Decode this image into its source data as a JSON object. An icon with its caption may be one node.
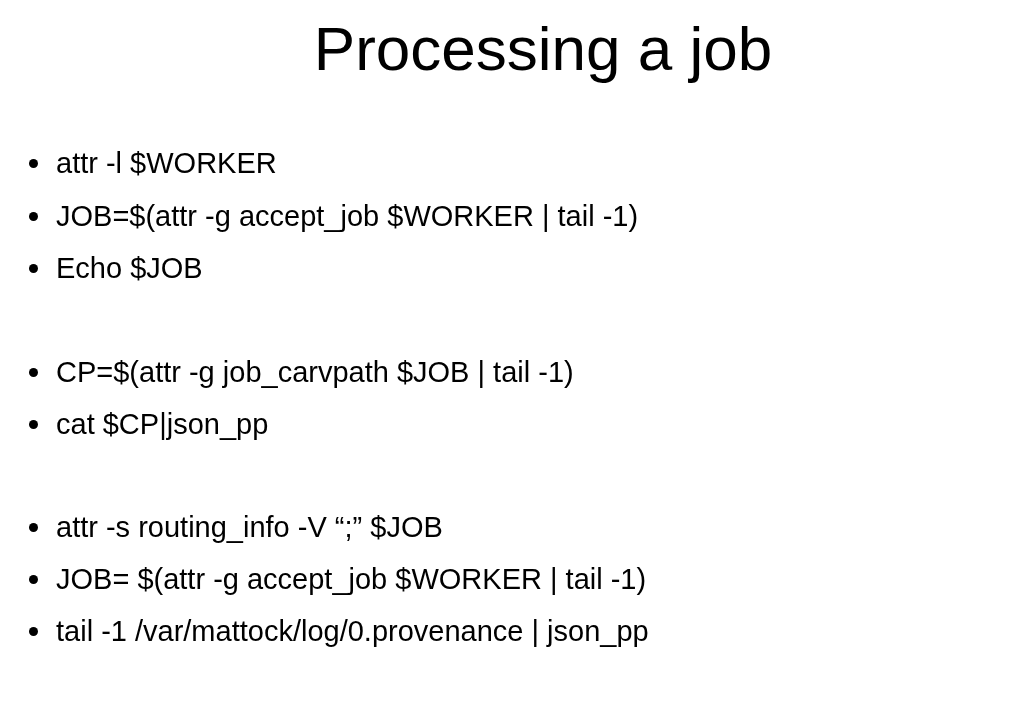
{
  "diagram": {
    "title": "Processing a job",
    "labels": [
      "attr -l $WORKER",
      "JOB=$(attr -g accept_job $WORKER | tail -1)",
      "Echo $JOB",
      "CP=$(attr -g job_carvpath $JOB | tail -1)",
      "cat $CP|json_pp",
      "attr -s routing_info -V “;” $JOB",
      "JOB= $(attr -g accept_job $WORKER | tail -1)",
      "tail -1 /var/mattock/log/0.provenance | json_pp"
    ]
  }
}
